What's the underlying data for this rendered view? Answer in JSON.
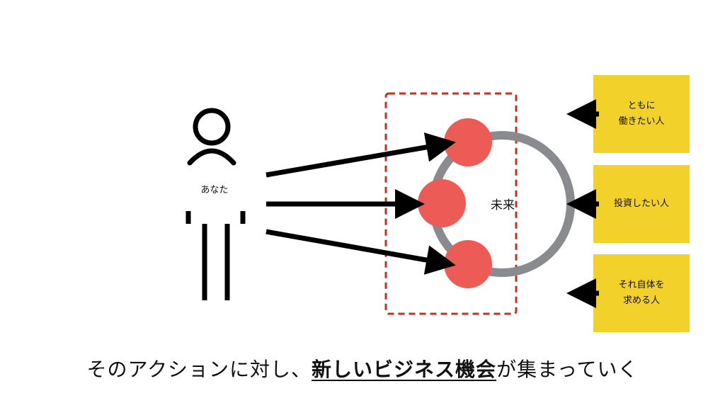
{
  "person": {
    "label": "あなた"
  },
  "future": {
    "label": "未来"
  },
  "notes": [
    {
      "lines": [
        "ともに",
        "働きたい人"
      ]
    },
    {
      "lines": [
        "投資したい人"
      ]
    },
    {
      "lines": [
        "それ自体を",
        "求める人"
      ]
    }
  ],
  "caption": {
    "before": "そのアクションに対し、",
    "emphasis": "新しいビジネス機会",
    "after": "が集まっていく"
  },
  "colors": {
    "node": "#ec5b56",
    "ring": "#8a8b8f",
    "note": "#f3d12b",
    "dashed": "#c0321f",
    "ink": "#000000"
  }
}
